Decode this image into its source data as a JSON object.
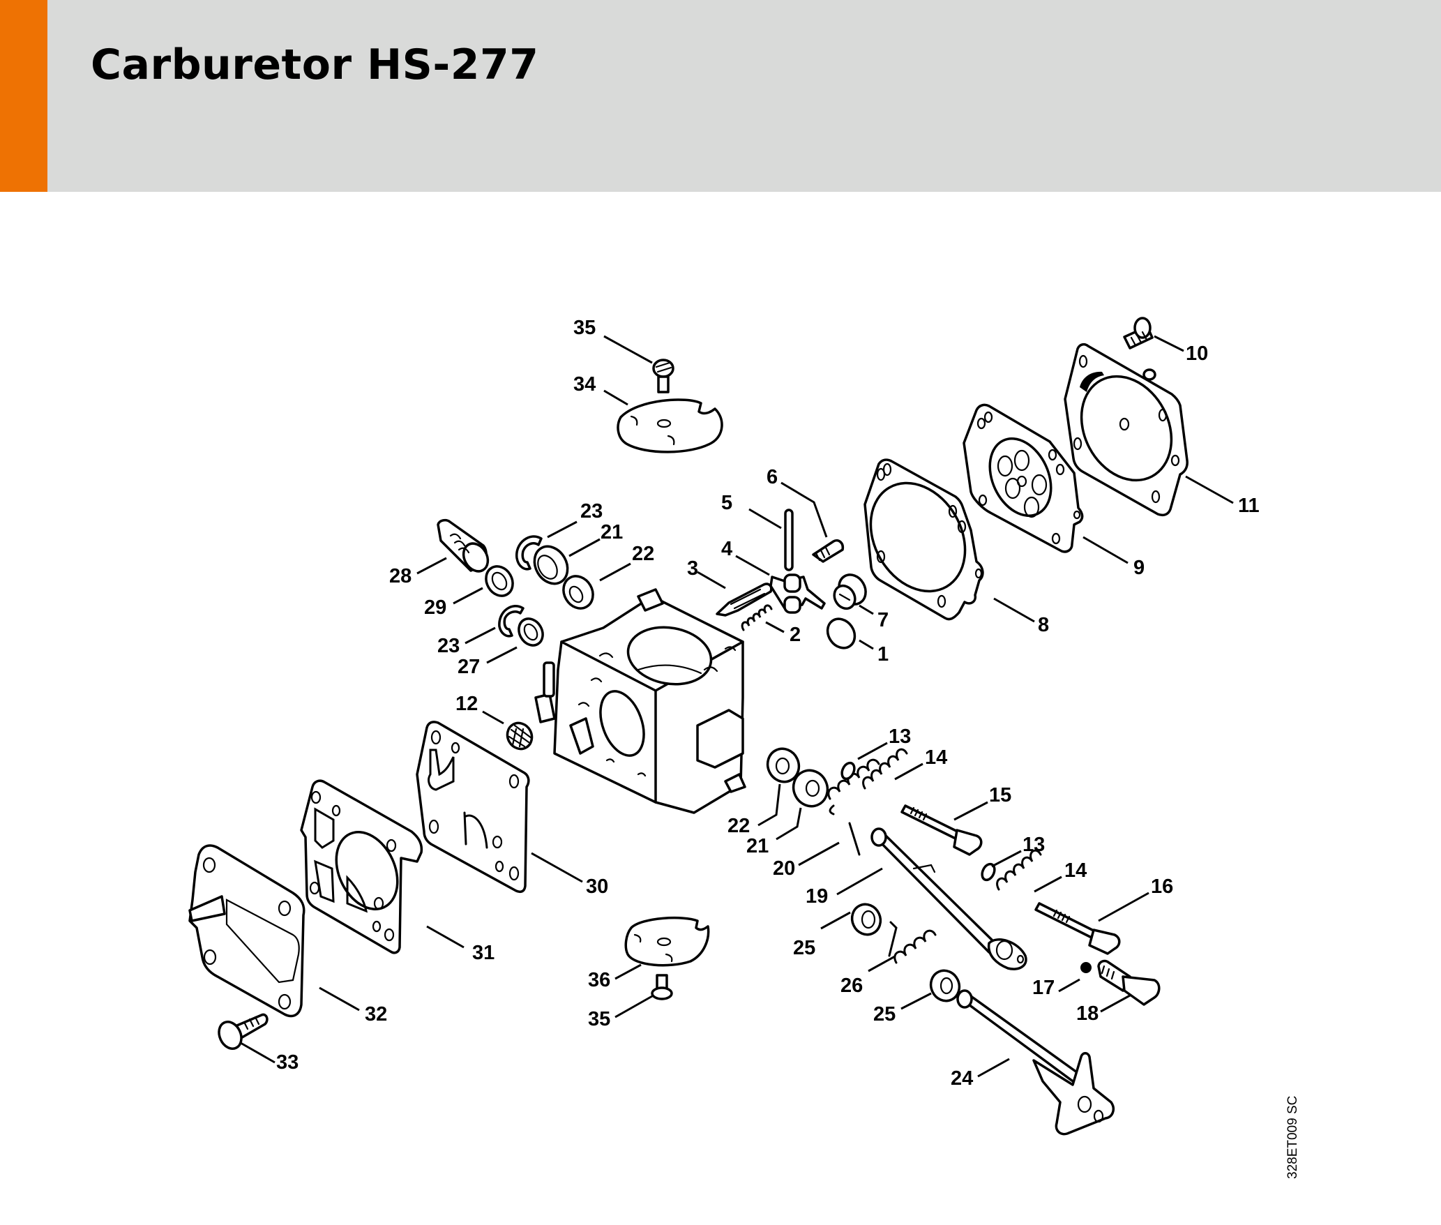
{
  "header": {
    "title": "Carburetor HS-277",
    "accent_color": "#ee7203",
    "band_color": "#d9dad9"
  },
  "diagram": {
    "drawing_code": "328ET009 SC",
    "callouts": [
      {
        "id": "c35a",
        "label": "35",
        "part": "screw"
      },
      {
        "id": "c34",
        "label": "34",
        "part": "cover-plate"
      },
      {
        "id": "c10",
        "label": "10",
        "part": "screw"
      },
      {
        "id": "c11",
        "label": "11",
        "part": "end-cover"
      },
      {
        "id": "c6",
        "label": "6",
        "part": "screw"
      },
      {
        "id": "c5",
        "label": "5",
        "part": "pin"
      },
      {
        "id": "c4",
        "label": "4",
        "part": "inlet-control-lever"
      },
      {
        "id": "c3",
        "label": "3",
        "part": "inlet-needle"
      },
      {
        "id": "c2",
        "label": "2",
        "part": "spring"
      },
      {
        "id": "c7",
        "label": "7",
        "part": "plug"
      },
      {
        "id": "c1",
        "label": "1",
        "part": "welch-plug"
      },
      {
        "id": "c9",
        "label": "9",
        "part": "metering-diaphragm"
      },
      {
        "id": "c8",
        "label": "8",
        "part": "gasket"
      },
      {
        "id": "c23a",
        "label": "23",
        "part": "e-clip"
      },
      {
        "id": "c21a",
        "label": "21",
        "part": "bearing"
      },
      {
        "id": "c22a",
        "label": "22",
        "part": "bushing"
      },
      {
        "id": "c28",
        "label": "28",
        "part": "plug"
      },
      {
        "id": "c29",
        "label": "29",
        "part": "washer"
      },
      {
        "id": "c23b",
        "label": "23",
        "part": "e-clip"
      },
      {
        "id": "c27",
        "label": "27",
        "part": "washer"
      },
      {
        "id": "c12",
        "label": "12",
        "part": "strainer"
      },
      {
        "id": "c13a",
        "label": "13",
        "part": "o-ring"
      },
      {
        "id": "c14a",
        "label": "14",
        "part": "spring"
      },
      {
        "id": "c15",
        "label": "15",
        "part": "adjusting-screw"
      },
      {
        "id": "c22b",
        "label": "22",
        "part": "bushing"
      },
      {
        "id": "c21b",
        "label": "21",
        "part": "bearing"
      },
      {
        "id": "c20",
        "label": "20",
        "part": "torsion-spring"
      },
      {
        "id": "c19",
        "label": "19",
        "part": "throttle-shaft"
      },
      {
        "id": "c13b",
        "label": "13",
        "part": "o-ring"
      },
      {
        "id": "c14b",
        "label": "14",
        "part": "spring"
      },
      {
        "id": "c16",
        "label": "16",
        "part": "adjusting-screw"
      },
      {
        "id": "c30",
        "label": "30",
        "part": "pump-diaphragm"
      },
      {
        "id": "c31",
        "label": "31",
        "part": "gasket"
      },
      {
        "id": "c32",
        "label": "32",
        "part": "pump-cover"
      },
      {
        "id": "c33",
        "label": "33",
        "part": "screw"
      },
      {
        "id": "c25a",
        "label": "25",
        "part": "bushing"
      },
      {
        "id": "c26",
        "label": "26",
        "part": "torsion-spring"
      },
      {
        "id": "c25b",
        "label": "25",
        "part": "bushing"
      },
      {
        "id": "c24",
        "label": "24",
        "part": "choke-shaft"
      },
      {
        "id": "c17",
        "label": "17",
        "part": "ball"
      },
      {
        "id": "c18",
        "label": "18",
        "part": "adjusting-screw"
      },
      {
        "id": "c36",
        "label": "36",
        "part": "shutter"
      },
      {
        "id": "c35b",
        "label": "35",
        "part": "screw"
      }
    ]
  }
}
